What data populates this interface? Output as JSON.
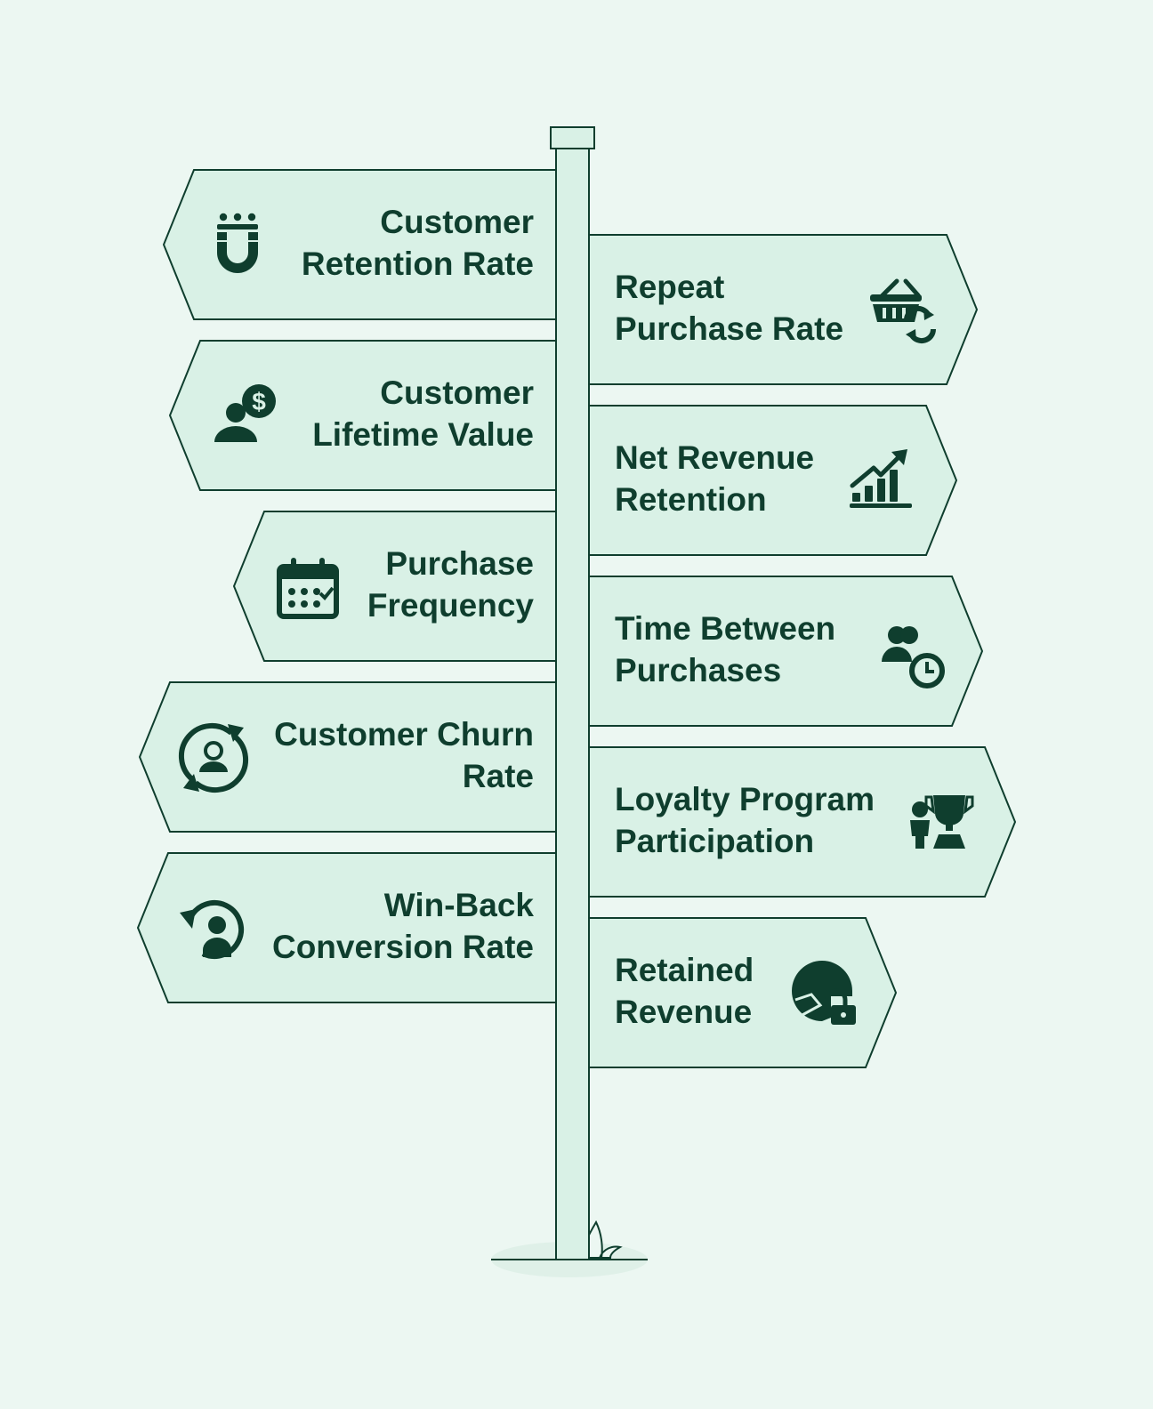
{
  "signs": [
    {
      "side": "left",
      "label": "Customer\nRetention Rate",
      "icon": "magnet-icon"
    },
    {
      "side": "right",
      "label": "Repeat\nPurchase Rate",
      "icon": "basket-refresh-icon"
    },
    {
      "side": "left",
      "label": "Customer\nLifetime Value",
      "icon": "user-dollar-icon"
    },
    {
      "side": "right",
      "label": "Net Revenue\nRetention",
      "icon": "growth-chart-icon"
    },
    {
      "side": "left",
      "label": "Purchase\nFrequency",
      "icon": "calendar-check-icon"
    },
    {
      "side": "right",
      "label": "Time Between\nPurchases",
      "icon": "users-clock-icon"
    },
    {
      "side": "left",
      "label": "Customer Churn\nRate",
      "icon": "churn-cycle-icon"
    },
    {
      "side": "right",
      "label": "Loyalty Program\nParticipation",
      "icon": "person-trophy-icon"
    },
    {
      "side": "left",
      "label": "Win-Back\nConversion Rate",
      "icon": "user-return-icon"
    },
    {
      "side": "right",
      "label": "Retained\nRevenue",
      "icon": "revenue-lock-icon"
    }
  ],
  "colors": {
    "background": "#ecf7f2",
    "sign_fill": "#d9f1e6",
    "outline": "#0f3e2e",
    "text": "#0f3e2e",
    "ground": "#dff0e8"
  }
}
